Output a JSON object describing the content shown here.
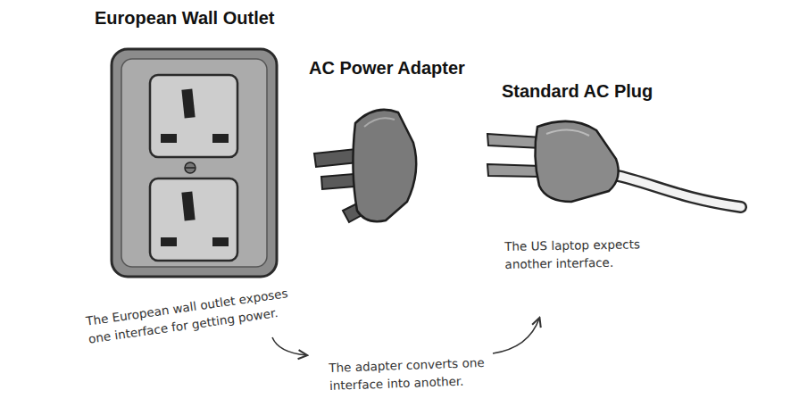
{
  "diagram": {
    "nodes": [
      {
        "text": [
          "European Wall Outlet"
        ]
      },
      {
        "text": [
          "AC Power Adapter"
        ]
      },
      {
        "text": [
          "Standard AC Plug"
        ]
      }
    ],
    "labels": [
      "The European wall outlet exposes one interface for getting power.",
      "The adapter converts one interface into another.",
      "The US laptop expects another interface."
    ]
  }
}
